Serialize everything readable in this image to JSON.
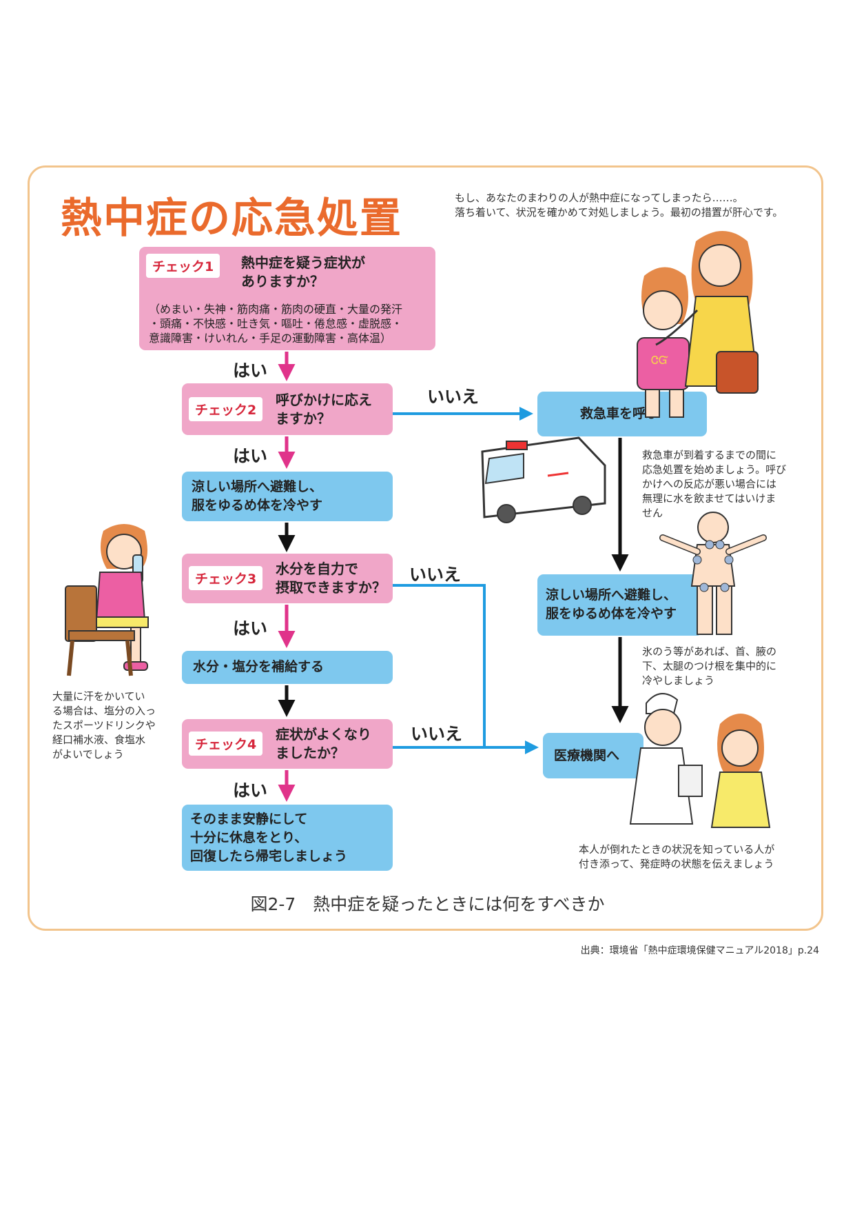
{
  "title": "熱中症の応急処置",
  "intro": [
    "もし、あなたのまわりの人が熱中症になってしまったら……。",
    "落ち着いて、状況を確かめて対処しましょう。最初の措置が肝心です。"
  ],
  "check1": {
    "badge": "チェック1",
    "question": [
      "熱中症を疑う症状が",
      "ありますか？"
    ],
    "symptoms": [
      "（めまい・失神・筋肉痛・筋肉の硬直・大量の発汗",
      "・頭痛・不快感・吐き気・嘔吐・倦怠感・虚脱感・",
      "意識障害・けいれん・手足の運動障害・高体温）"
    ]
  },
  "check2": {
    "badge": "チェック2",
    "question": [
      "呼びかけに応え",
      "ますか？"
    ]
  },
  "check3": {
    "badge": "チェック3",
    "question": [
      "水分を自力で",
      "摂取できますか？"
    ]
  },
  "check4": {
    "badge": "チェック4",
    "question": [
      "症状がよくなり",
      "ましたか？"
    ]
  },
  "actions": {
    "cool_left": [
      "涼しい場所へ避難し、",
      "服をゆるめ体を冷やす"
    ],
    "hydrate": [
      "水分・塩分を補給する"
    ],
    "rest": [
      "そのまま安静にして",
      "十分に休息をとり、",
      "回復したら帰宅しましょう"
    ],
    "ambulance": [
      "救急車を呼ぶ"
    ],
    "cool_right": [
      "涼しい場所へ避難し、",
      "服をゆるめ体を冷やす"
    ],
    "hospital": [
      "医療機関へ"
    ]
  },
  "labels": {
    "yes": "はい",
    "no": "いいえ"
  },
  "notes": {
    "ambulance": [
      "救急車が到着するまでの間に",
      "応急処置を始めましょう。呼び",
      "かけへの反応が悪い場合には",
      "無理に水を飲ませてはいけま",
      "せん"
    ],
    "ice": [
      "氷のう等があれば、首、腋の",
      "下、太腿のつけ根を集中的に",
      "冷やしましょう"
    ],
    "sweat": [
      "大量に汗をかいてい",
      "る場合は、塩分の入っ",
      "たスポーツドリンクや",
      "経口補水液、食塩水",
      "がよいでしょう"
    ],
    "companion": [
      "本人が倒れたときの状況を知っている人が",
      "付き添って、発症時の状態を伝えましょう"
    ]
  },
  "caption": "図2-7　熱中症を疑ったときには何をすべきか",
  "source": "出典：環境省「熱中症環境保健マニュアル2018」p.24",
  "illustrations": {
    "shirt_logo": "ᏣᏳ"
  },
  "colors": {
    "title": "#ea6a2c",
    "check_box": "#f0a6c8",
    "action_box": "#7ec8ee",
    "yes_arrow": "#e0338a",
    "no_arrow": "#1e9be0",
    "frame": "#f2c48c"
  }
}
